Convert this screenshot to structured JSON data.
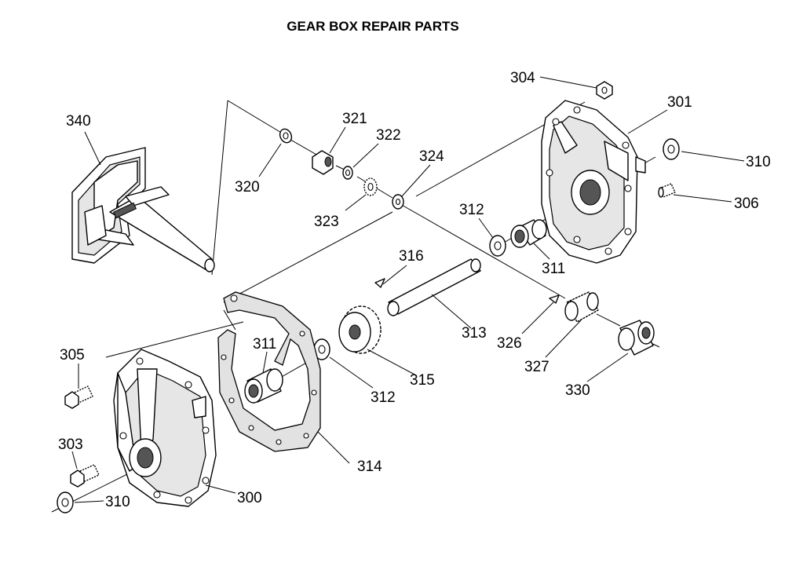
{
  "title": "GEAR BOX  REPAIR PARTS",
  "labels": {
    "p300": "300",
    "p301": "301",
    "p303": "303",
    "p304": "304",
    "p305": "305",
    "p306": "306",
    "p310a": "310",
    "p310b": "310",
    "p311a": "311",
    "p311b": "311",
    "p312a": "312",
    "p312b": "312",
    "p313": "313",
    "p314": "314",
    "p315": "315",
    "p316": "316",
    "p320": "320",
    "p321": "321",
    "p322": "322",
    "p323": "323",
    "p324": "324",
    "p326": "326",
    "p327": "327",
    "p330": "330",
    "p340": "340"
  }
}
